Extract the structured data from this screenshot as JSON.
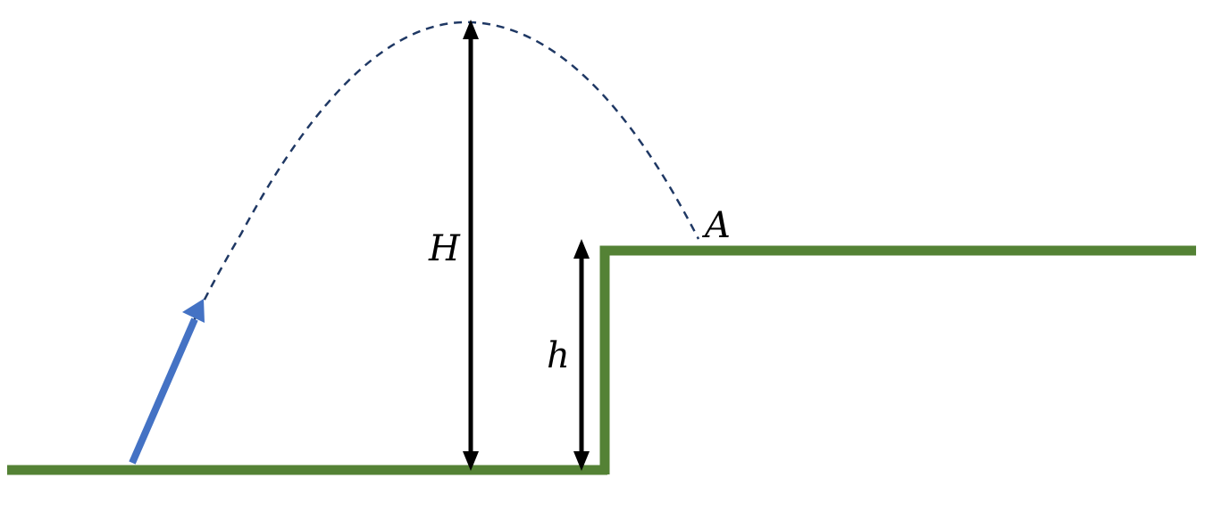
{
  "colors": {
    "ground": "#548235",
    "trajectory": "#1f3864",
    "velocity_arrow": "#4472c4",
    "dimension": "#000000",
    "background": "#ffffff"
  },
  "labels": {
    "max_height": "H",
    "step_height": "h",
    "landing_point": "A"
  }
}
